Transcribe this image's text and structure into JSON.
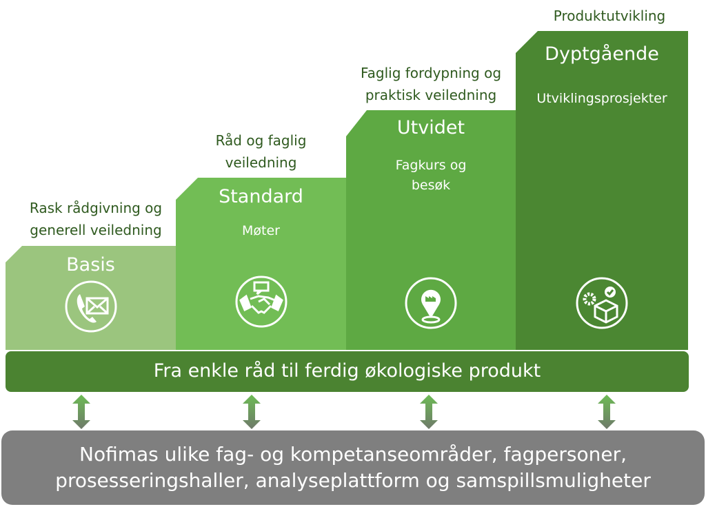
{
  "levels": [
    {
      "name": "Basis",
      "caption": [
        "Rask rådgivning og",
        "generell veiledning"
      ],
      "color": "#9bc57e",
      "icon": "phone-mail-icon"
    },
    {
      "name": "Standard",
      "subtitle": [
        "Møter"
      ],
      "caption": [
        "Råd og faglig",
        "veiledning"
      ],
      "color": "#72bd55",
      "icon": "handshake-icon"
    },
    {
      "name": "Utvidet",
      "subtitle": [
        "Fagkurs og",
        "besøk"
      ],
      "caption": [
        "Faglig fordypning og",
        "praktisk veiledning"
      ],
      "color": "#5ea943",
      "icon": "factory-location-icon"
    },
    {
      "name": "Dyptgående",
      "subtitle": [
        "Utviklingsprosjekter"
      ],
      "caption": [
        "Produktutvikling"
      ],
      "color": "#4b8732",
      "icon": "product-development-icon"
    }
  ],
  "band": {
    "text": "Fra enkle råd til ferdig økologiske produkt",
    "color": "#4b8331"
  },
  "base": {
    "lines": [
      "Nofimas ulike fag- og kompetanseområder, fagpersoner,",
      "prosesseringshaller, analyseplattform og samspillsmuligheter"
    ],
    "color": "#7f7f7f"
  }
}
